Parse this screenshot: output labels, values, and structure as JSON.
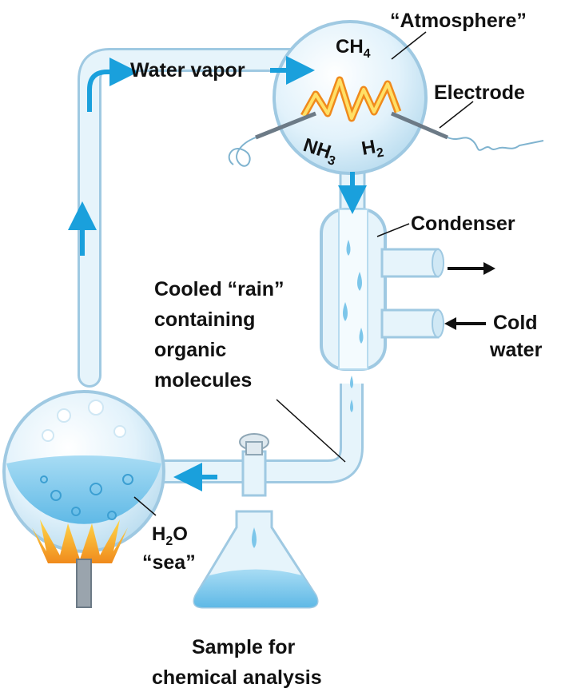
{
  "labels": {
    "atmosphere": "“Atmosphere”",
    "water_vapor": "Water vapor",
    "electrode": "Electrode",
    "condenser": "Condenser",
    "rain_line1": "Cooled “rain”",
    "rain_line2": "containing",
    "rain_line3": "organic",
    "rain_line4": "molecules",
    "cold_line1": "Cold",
    "cold_line2": "water",
    "sea_line2": "“sea”",
    "sample_line1": "Sample for",
    "sample_line2": "chemical analysis"
  },
  "molecules": {
    "methane": {
      "base": "CH",
      "sub": "4"
    },
    "ammonia": {
      "base": "NH",
      "sub": "3"
    },
    "hydrogen": {
      "base": "H",
      "sub": "2"
    },
    "water": {
      "base": "H",
      "sub": "2",
      "tail": "O"
    }
  },
  "colors": {
    "glass": "#d9eef9",
    "glass_edge": "#9fc9e2",
    "water": "#8fd0ef",
    "flow_arrow": "#1aa0dc",
    "flame": "#f5b21a",
    "spark": "#f08a1c"
  }
}
